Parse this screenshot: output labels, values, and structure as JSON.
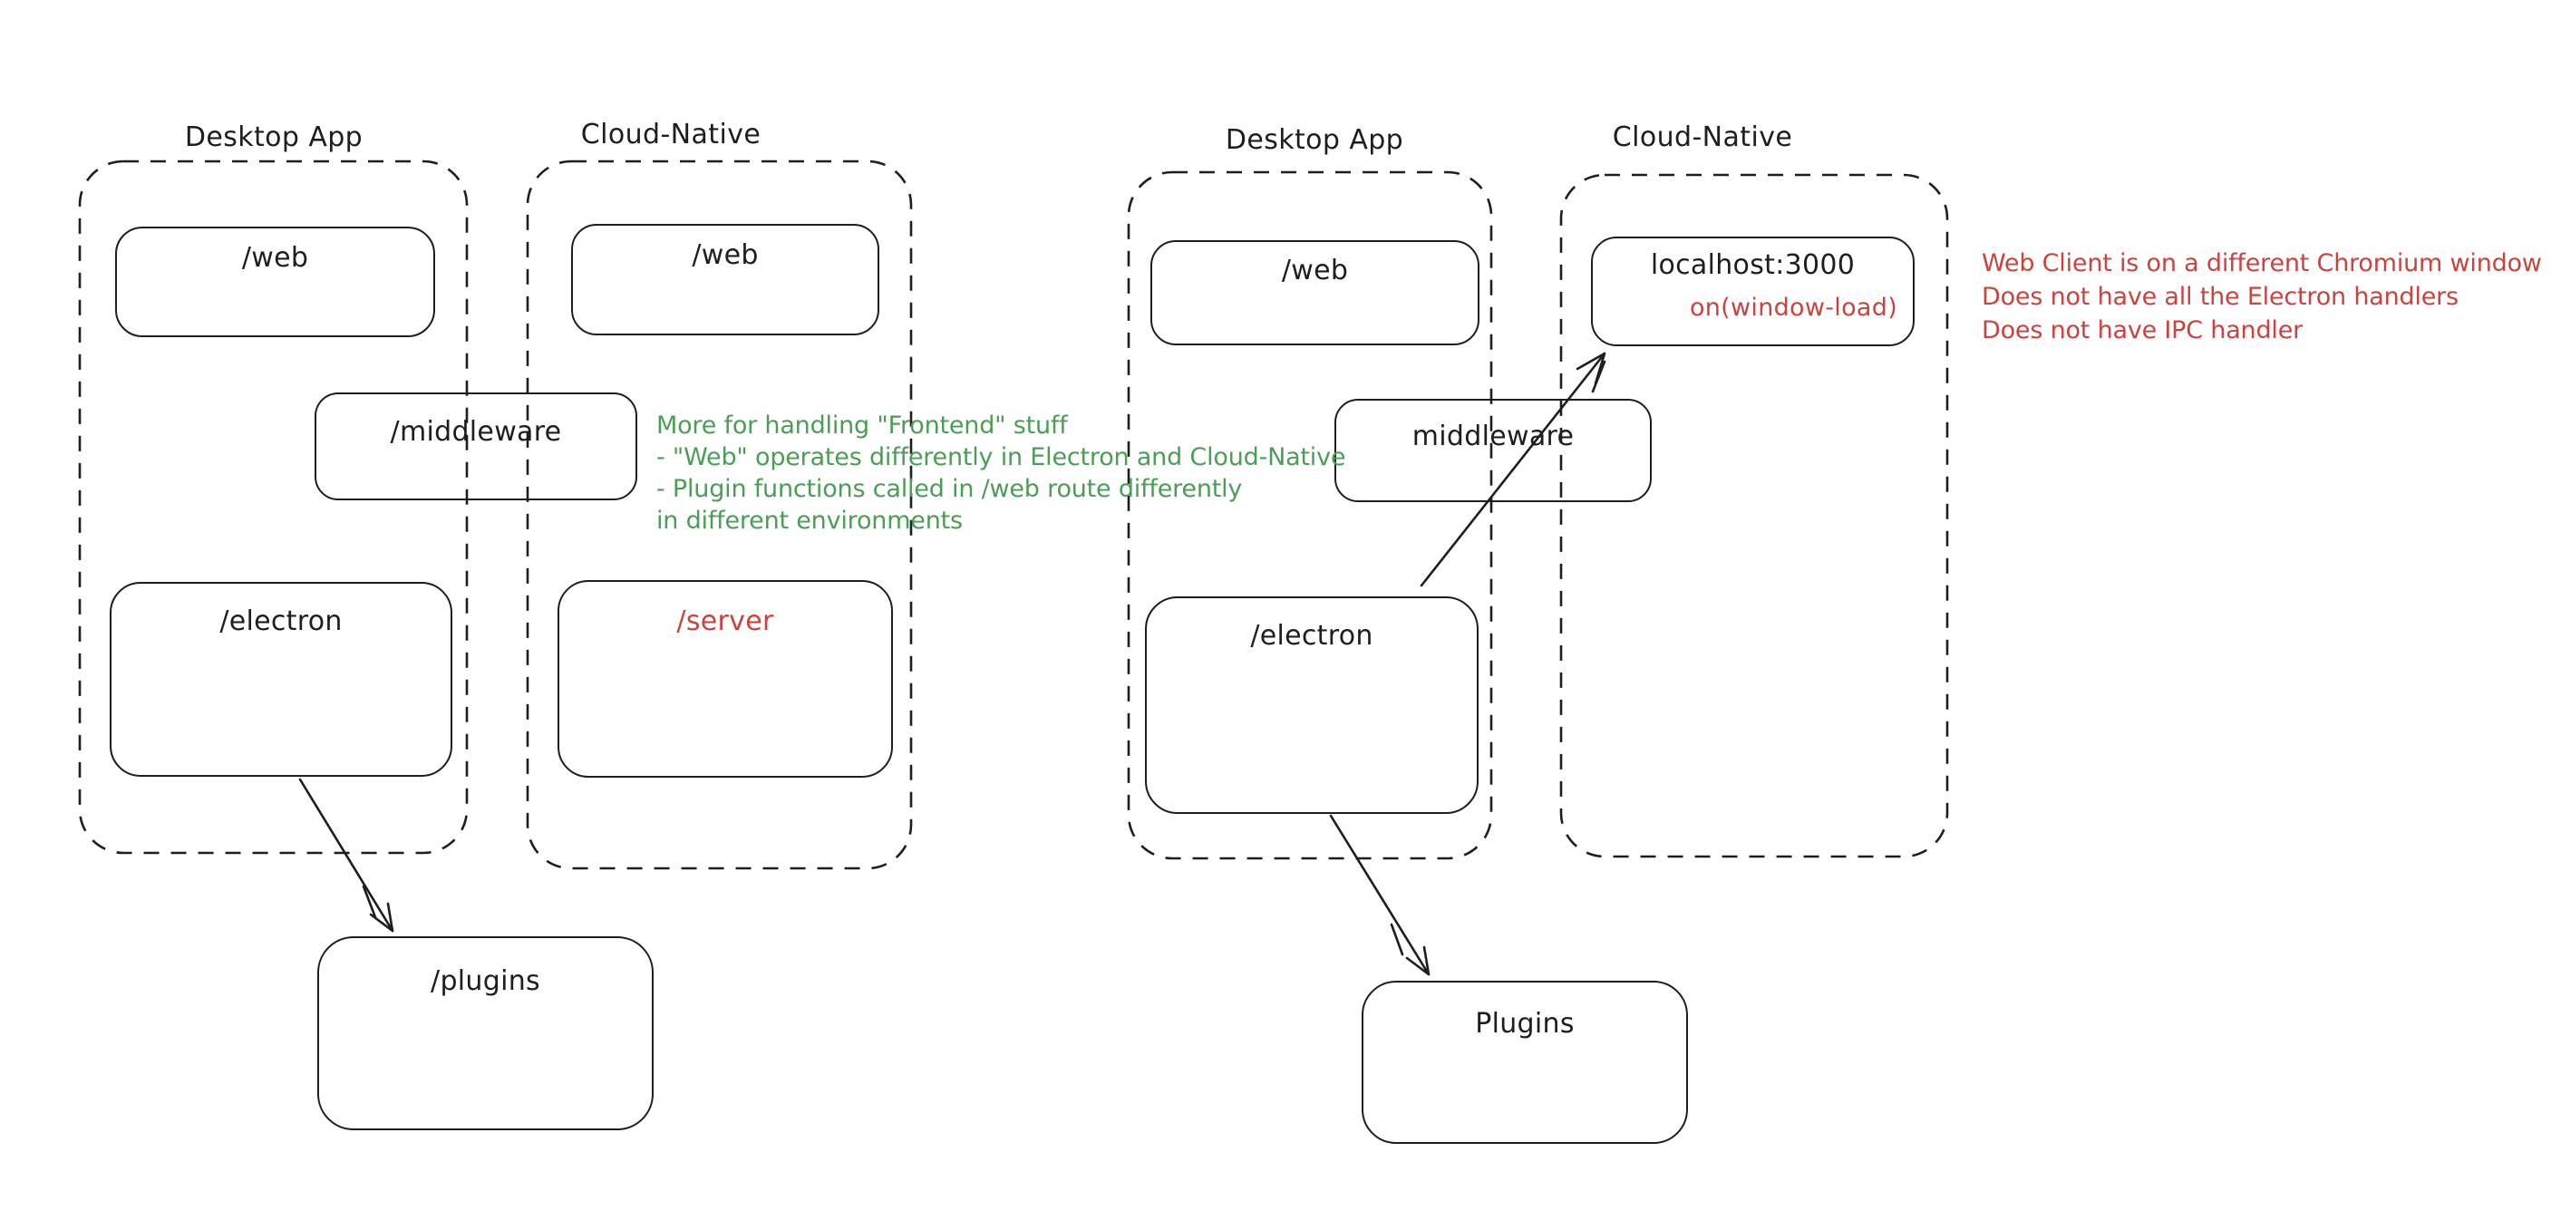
{
  "colors": {
    "stroke": "#1e1e1e",
    "red": "#cc433e",
    "green": "#4b9e55",
    "background": "#ffffff"
  },
  "left": {
    "desktop_title": "Desktop App",
    "cloud_title": "Cloud-Native",
    "desktop_web": "/web",
    "cloud_web": "/web",
    "middleware": "/middleware",
    "electron": "/electron",
    "server": "/server",
    "plugins": "/plugins",
    "note": {
      "line1": "More for handling \"Frontend\" stuff",
      "line2": "- \"Web\" operates differently in Electron and Cloud-Native",
      "line3": "- Plugin functions called in /web route differently",
      "line4": "in different environments"
    }
  },
  "right": {
    "desktop_title": "Desktop App",
    "cloud_title": "Cloud-Native",
    "desktop_web": "/web",
    "localhost": "localhost:3000",
    "window_load": "on(window-load)",
    "middleware": "middleware",
    "electron": "/electron",
    "plugins": "Plugins",
    "note": {
      "line1": "Web Client is on a different Chromium window",
      "line2": "Does not have all the Electron handlers",
      "line3": "Does not have IPC handler"
    }
  }
}
